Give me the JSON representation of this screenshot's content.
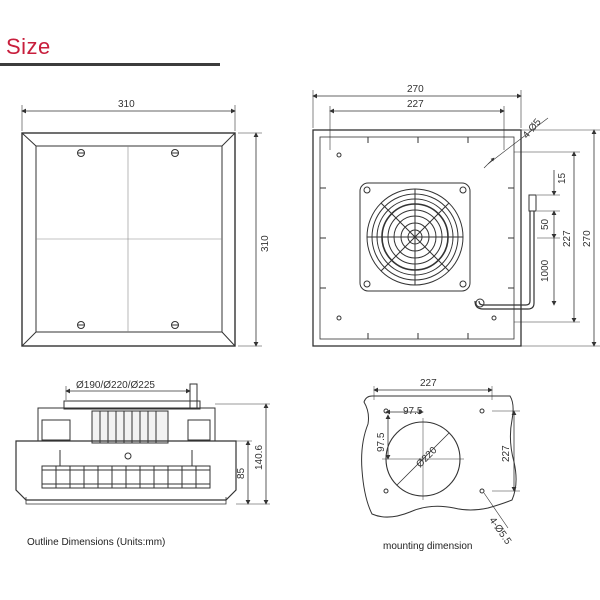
{
  "header": {
    "title": "Size"
  },
  "front_view": {
    "width_label": "310",
    "height_label": "310"
  },
  "rear_view": {
    "outer_width_label": "270",
    "inner_width_label": "227",
    "hole_label": "4-Ø5",
    "dim_15_label": "15",
    "dim_50_label": "50",
    "cable_label": "1000",
    "inner_height_label": "227",
    "outer_height_label": "270"
  },
  "side_view": {
    "diameter_label": "Ø190/Ø220/Ø225",
    "height_total_label": "140.6",
    "height_body_label": "85",
    "caption": "Outline Dimensions (Units:mm)"
  },
  "mounting_view": {
    "width_label": "227",
    "offset_x_label": "97.5",
    "offset_y_label": "97.5",
    "circle_label": "Ø220",
    "height_label": "227",
    "holes_label": "4-Ø5.5",
    "caption": "mounting dimension"
  }
}
